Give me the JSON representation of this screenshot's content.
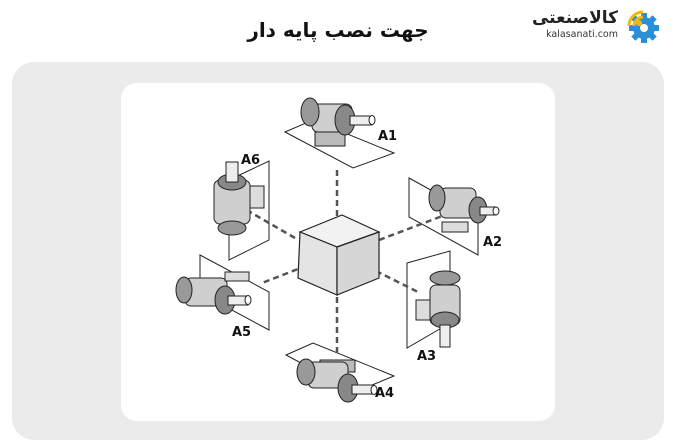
{
  "header": {
    "title": "جهت نصب پایه دار"
  },
  "logo": {
    "name_fa": "کالاصنعتی",
    "domain": "kalasanati.com",
    "colors": {
      "gear": "#2a8fd6",
      "signal": "#f5b800"
    }
  },
  "diagram": {
    "positions": [
      "A1",
      "A2",
      "A3",
      "A4",
      "A5",
      "A6"
    ]
  }
}
